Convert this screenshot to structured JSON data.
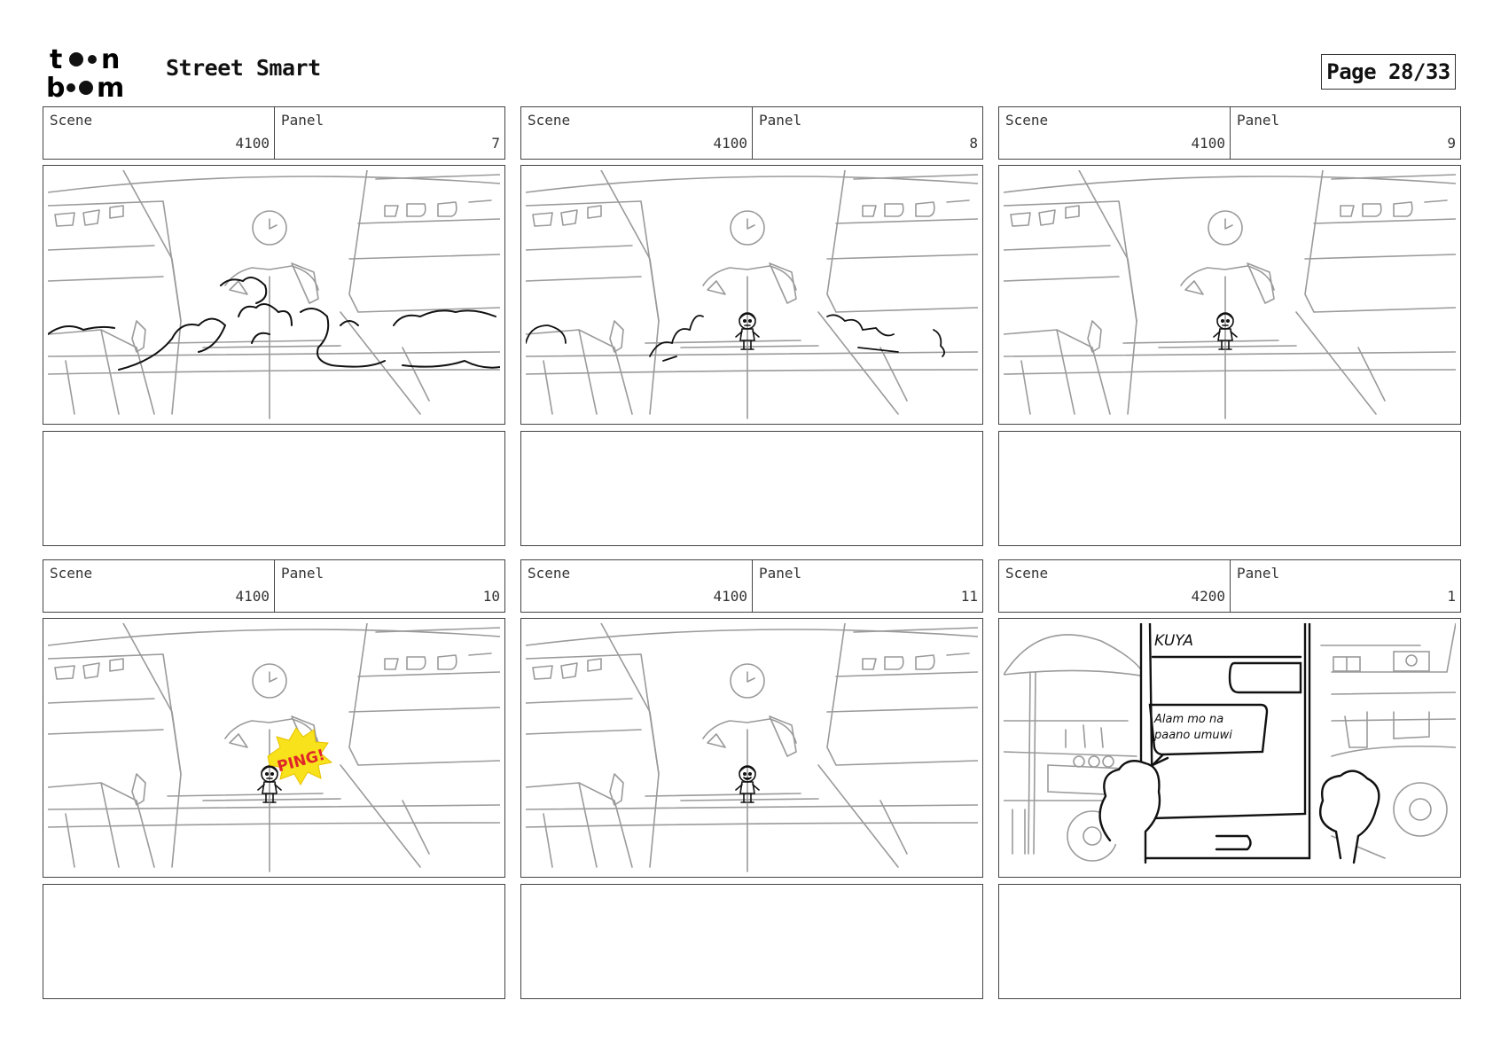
{
  "header": {
    "logo_text": "toon boom",
    "title": "Street Smart",
    "page": "Page 28/33"
  },
  "panels": [
    {
      "scene_label": "Scene",
      "scene": "4100",
      "panel_label": "Panel",
      "panel": "7"
    },
    {
      "scene_label": "Scene",
      "scene": "4100",
      "panel_label": "Panel",
      "panel": "8"
    },
    {
      "scene_label": "Scene",
      "scene": "4100",
      "panel_label": "Panel",
      "panel": "9"
    },
    {
      "scene_label": "Scene",
      "scene": "4100",
      "panel_label": "Panel",
      "panel": "10",
      "sfx": "PING!"
    },
    {
      "scene_label": "Scene",
      "scene": "4100",
      "panel_label": "Panel",
      "panel": "11"
    },
    {
      "scene_label": "Scene",
      "scene": "4200",
      "panel_label": "Panel",
      "panel": "1",
      "phone_contact": "KUYA",
      "phone_message_line1": "Alam mo na",
      "phone_message_line2": "paano umuwi"
    }
  ],
  "colors": {
    "sketch": "#9a9a9a",
    "ink": "#111111",
    "sfx_burst": "#f7e21b",
    "sfx_text": "#e0262a"
  }
}
